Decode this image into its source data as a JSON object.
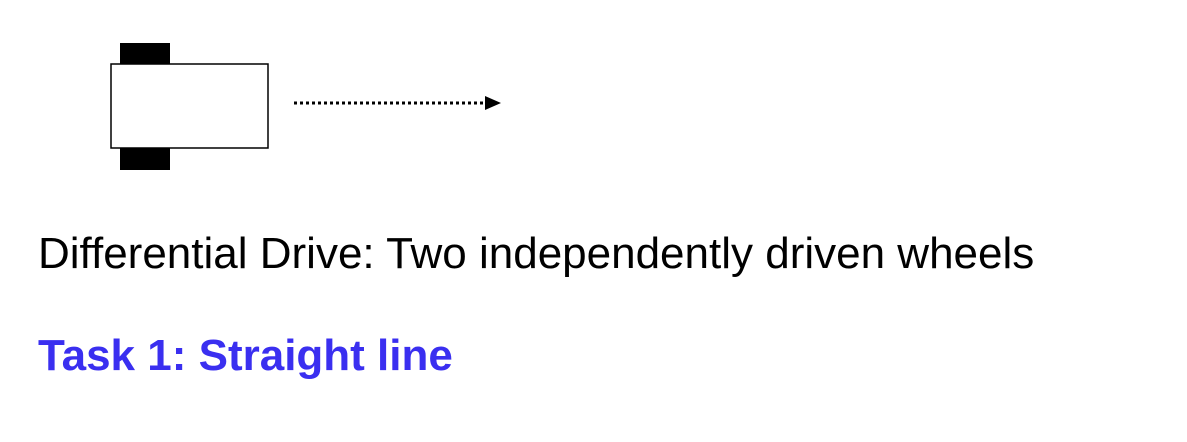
{
  "diagram": {
    "caption": "Differential Drive: Two independently driven wheels"
  },
  "task": {
    "heading": "Task 1: Straight line",
    "color": "#3a2ff0"
  },
  "colors": {
    "wheel": "#000000",
    "body_fill": "#ffffff",
    "body_stroke": "#000000",
    "arrow": "#000000"
  },
  "icons": {
    "direction": "dotted-arrow-right"
  }
}
